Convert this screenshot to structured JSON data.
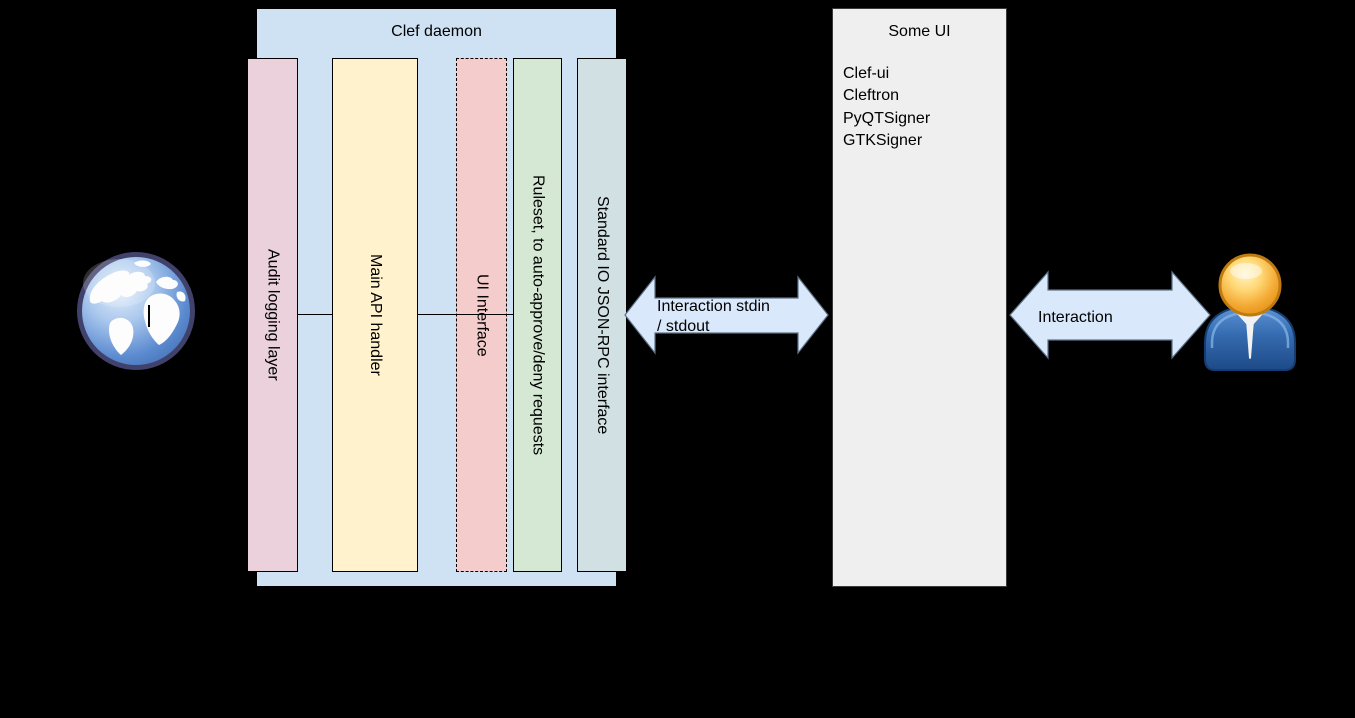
{
  "background_color": "#000000",
  "clef_daemon": {
    "title": "Clef daemon",
    "fill": "#cfe2f3",
    "bars": [
      {
        "label": "Audit logging layer",
        "fill": "#ead1dc",
        "border_style": "solid"
      },
      {
        "label": "Main API handler",
        "fill": "#fff2cc",
        "border_style": "solid"
      },
      {
        "label": "UI Interface",
        "fill": "#f4cccc",
        "border_style": "dashed"
      },
      {
        "label": "Ruleset, to auto-approve/deny requests",
        "fill": "#d5e8d4",
        "border_style": "solid"
      },
      {
        "label": "Standard IO JSON-RPC interface",
        "fill": "#d0e0e3",
        "border_style": "solid"
      }
    ]
  },
  "some_ui": {
    "title": "Some UI",
    "fill": "#efefef",
    "items": [
      "Clef-ui",
      "Cleftron",
      "PyQTSigner",
      "GTKSigner"
    ]
  },
  "arrows": [
    {
      "fill": "#dae8fc",
      "lines": [
        "Interaction stdin",
        "/ stdout"
      ]
    },
    {
      "fill": "#dae8fc",
      "lines": [
        "Interaction"
      ]
    }
  ],
  "icons": [
    {
      "name": "globe-icon"
    },
    {
      "name": "user-icon"
    }
  ]
}
